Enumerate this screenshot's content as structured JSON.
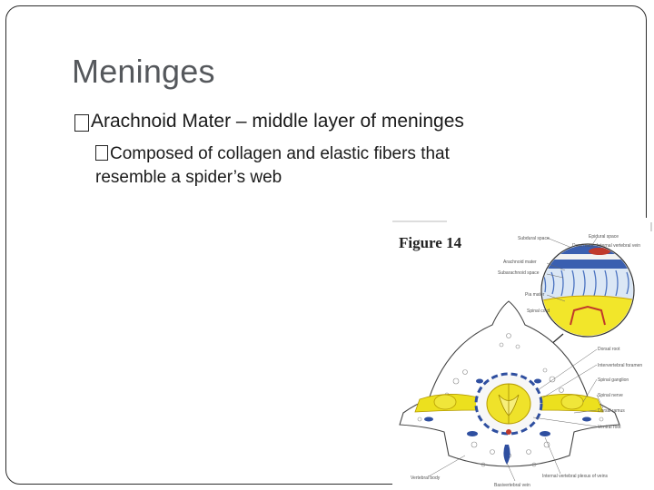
{
  "slide": {
    "title": "Meninges",
    "bullets": [
      {
        "glyph": "square-bullet-icon",
        "text": "Arachnoid Mater – middle layer of meninges"
      },
      {
        "glyph": "square-bullet-icon",
        "line1": "Composed of collagen and elastic fibers that",
        "line2": "resemble a spider’s web"
      }
    ]
  },
  "figure": {
    "label": "Figure 14",
    "annotations": {
      "subdural": "Subdural space",
      "epidural": "Epidural space",
      "dura": "Dura mater",
      "internal_vertebral": "Internal vertebral vein",
      "arachnoid": "Arachnoid mater",
      "subarachnoid": "Subarachnoid space",
      "pia": "Pia mater",
      "spinal_cord": "Spinal cord",
      "dorsal_root": "Dorsal root",
      "intervertebral": "Intervertebral foramen",
      "spinal_ganglion": "Spinal ganglion",
      "spinal_nerve": "Spinal nerve",
      "dorsal_ramus": "Dorsal ramus",
      "ventral_root": "Ventral root",
      "vertebral_body": "Vertebral body",
      "internal_plexus": "Internal vertebral plexus of veins",
      "basivertebral": "Basivertebral vein"
    },
    "colors": {
      "nerve": "#e8dc1e",
      "dura": "#2f4fa0",
      "vessel": "#c0392b",
      "bone": "#ffffff"
    }
  }
}
